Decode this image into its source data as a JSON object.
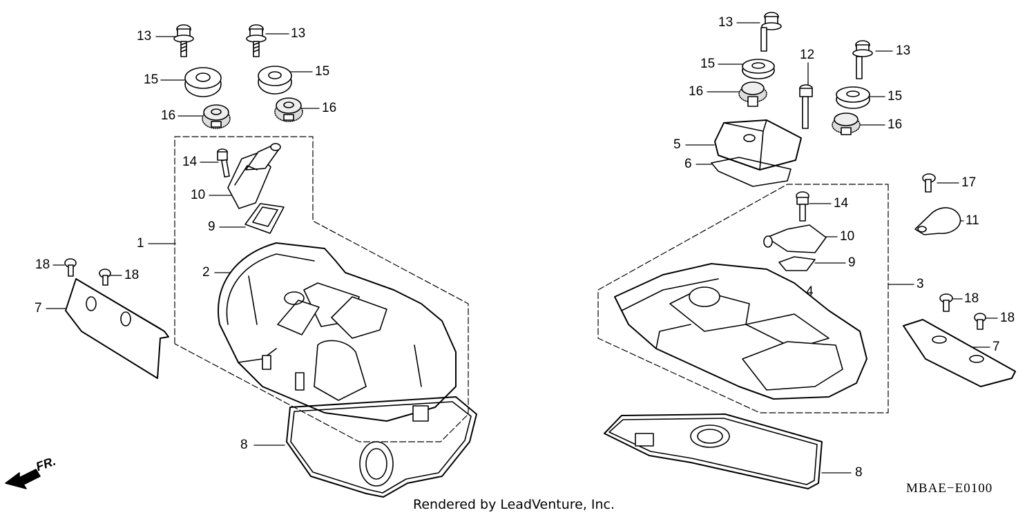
{
  "diagram": {
    "code": "MBAE−E0100",
    "credit": "Rendered by LeadVenture, Inc.",
    "front_marker": "FR.",
    "callouts": {
      "c13a": "13",
      "c13b": "13",
      "c13c": "13",
      "c13d": "13",
      "c15a": "15",
      "c15b": "15",
      "c15c": "15",
      "c15d": "15",
      "c16a": "16",
      "c16b": "16",
      "c16c": "16",
      "c16d": "16",
      "c14a": "14",
      "c14b": "14",
      "c10a": "10",
      "c10b": "10",
      "c9a": "9",
      "c9b": "9",
      "c1": "1",
      "c2": "2",
      "c3": "3",
      "c4": "4",
      "c5": "5",
      "c6": "6",
      "c7a": "7",
      "c7b": "7",
      "c8a": "8",
      "c8b": "8",
      "c11": "11",
      "c12": "12",
      "c17": "17",
      "c18a": "18",
      "c18b": "18",
      "c18c": "18",
      "c18d": "18"
    }
  }
}
